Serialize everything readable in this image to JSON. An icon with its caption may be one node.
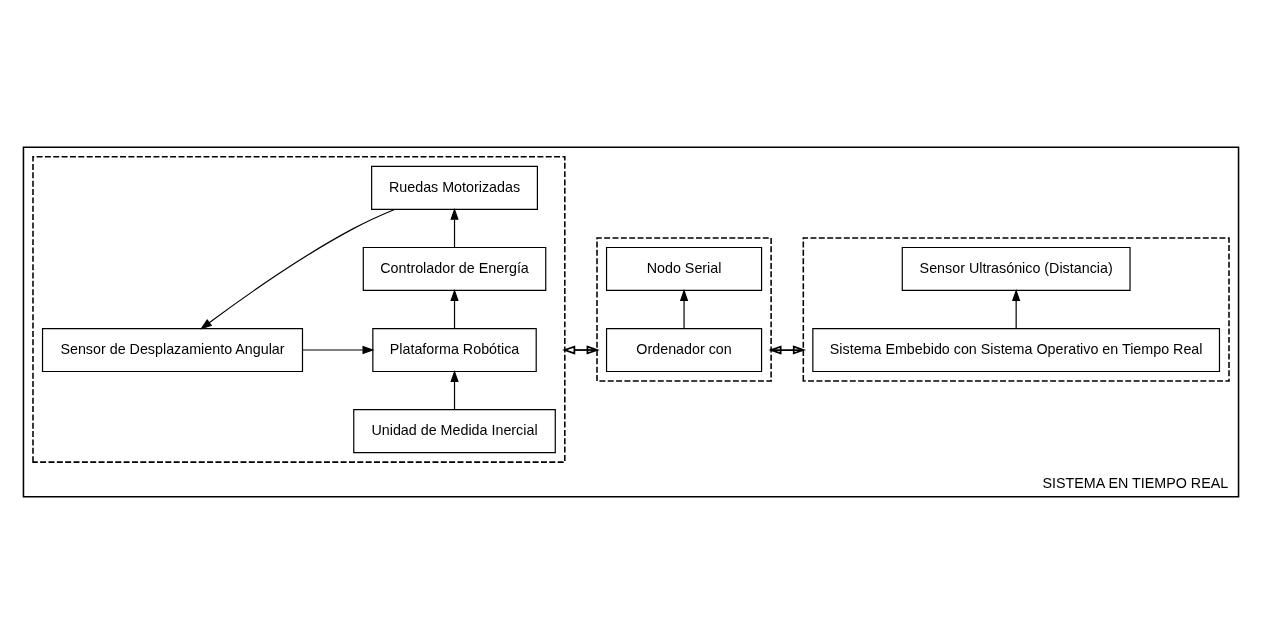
{
  "diagram": {
    "nodes": [
      {
        "text": [
          "SISTEMA EN TIEMPO REAL"
        ]
      },
      {
        "text": [],
        "shape": "box",
        "in": 0
      },
      {
        "text": [
          "Unidad de Medida Inercial"
        ],
        "in": 1
      },
      {
        "text": [
          "Sensor de Desplazamiento Angular"
        ],
        "in": 1
      },
      {
        "text": [
          "Plataforma Robótica"
        ],
        "in": 1
      },
      {
        "text": [
          "Controlador de Energía"
        ],
        "in": 1
      },
      {
        "text": [
          "Ruedas Motorizadas"
        ],
        "in": 1
      },
      {
        "text": [],
        "shape": "box",
        "in": 0
      },
      {
        "text": [
          "Ordenador con"
        ],
        "in": 7
      },
      {
        "text": [
          "Nodo Serial"
        ],
        "in": 7
      },
      {
        "text": [],
        "shape": "box",
        "in": 0
      },
      {
        "text": [
          "Sistema Embebido con Sistema Operativo en Tiempo Real"
        ],
        "in": 10
      },
      {
        "text": [
          "Sensor Ultrasónico (Distancia)"
        ],
        "in": 10
      }
    ],
    "edges": [
      {
        "from": 2,
        "to": 4,
        "arrow": "to"
      },
      {
        "from": 3,
        "to": 4,
        "arrow": "to"
      },
      {
        "from": 4,
        "to": 5,
        "arrow": "to"
      },
      {
        "from": 5,
        "to": 6,
        "arrow": "to"
      },
      {
        "from": 6,
        "to": 3,
        "arrow": "to"
      },
      {
        "from": 1,
        "to": 7,
        "arrow": "both"
      },
      {
        "from": 8,
        "to": 9,
        "arrow": "to"
      },
      {
        "from": 7,
        "to": 10,
        "arrow": "both"
      },
      {
        "from": 11,
        "to": 12,
        "arrow": "to"
      }
    ]
  }
}
